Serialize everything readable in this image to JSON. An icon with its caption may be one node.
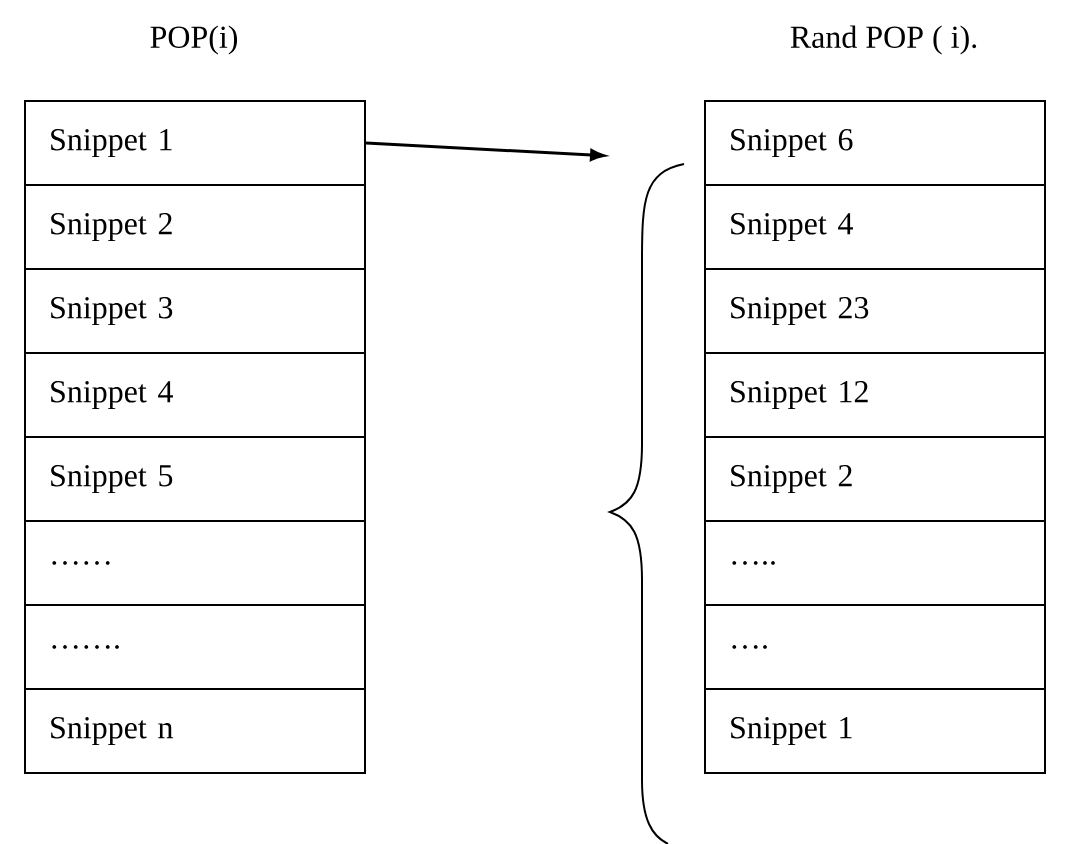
{
  "diagram": {
    "nodes": [
      {
        "text": [
          "Snippet 1"
        ]
      },
      {
        "text": [
          "Snippet 2"
        ]
      },
      {
        "text": [
          "Snippet 3"
        ]
      },
      {
        "text": [
          "Snippet 4"
        ]
      },
      {
        "text": [
          "Snippet 5"
        ]
      },
      {
        "text": [
          "……"
        ]
      },
      {
        "text": [
          "……."
        ]
      },
      {
        "text": [
          "Snippet n"
        ]
      },
      {
        "text": [
          "Snippet 6"
        ]
      },
      {
        "text": [
          "Snippet 4"
        ]
      },
      {
        "text": [
          "Snippet 23"
        ]
      },
      {
        "text": [
          "Snippet 12"
        ]
      },
      {
        "text": [
          "Snippet 2"
        ]
      },
      {
        "text": [
          "….."
        ]
      },
      {
        "text": [
          "…."
        ]
      },
      {
        "text": [
          "Snippet 1"
        ]
      },
      {
        "text": [],
        "shape": "brace"
      }
    ],
    "edges": [
      {
        "from": 0,
        "to": 16,
        "arrow": "to"
      }
    ],
    "labels": [
      "POP(i)",
      "Rand POP ( i)."
    ]
  }
}
